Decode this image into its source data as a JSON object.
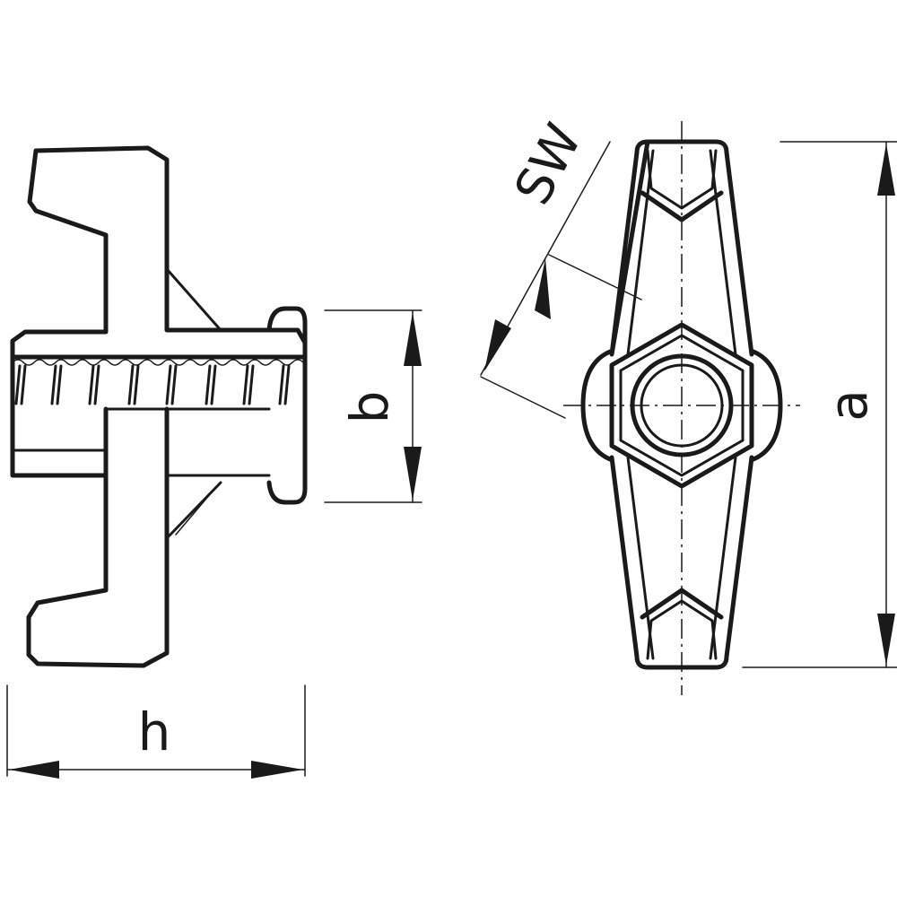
{
  "labels": {
    "h": "h",
    "b": "b",
    "a": "a",
    "sw": "SW"
  }
}
